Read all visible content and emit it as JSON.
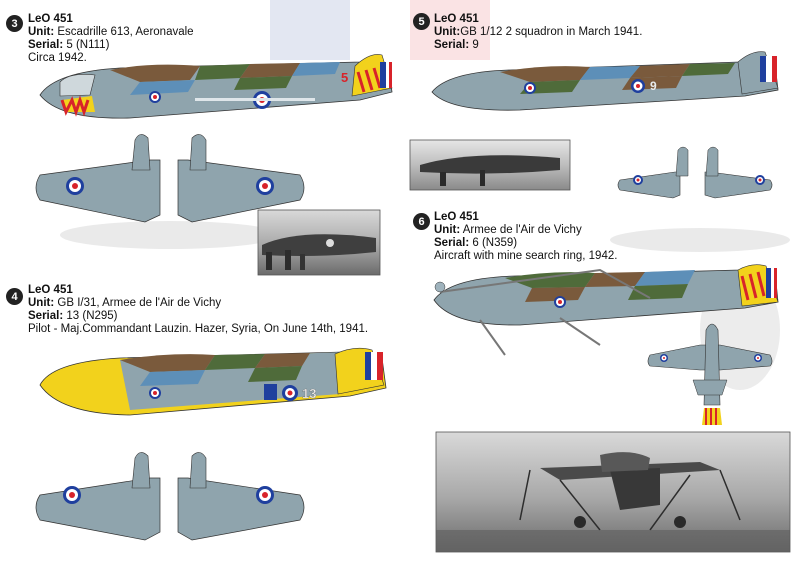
{
  "profiles": [
    {
      "number": "3",
      "type": "LeO 451",
      "unit_label": "Unit:",
      "unit": "Escadrille 613, Aeronavale",
      "serial_label": "Serial:",
      "serial": "5 (N111)",
      "note": "Circa 1942.",
      "fuselage_code": "5"
    },
    {
      "number": "4",
      "type": "LeO 451",
      "unit_label": "Unit:",
      "unit": "GB I/31, Armee de l'Air de Vichy",
      "serial_label": "Serial:",
      "serial": "13 (N295)",
      "note": "Pilot - Maj.Commandant Lauzin. Hazer, Syria, On June 14th, 1941.",
      "fuselage_code": "13"
    },
    {
      "number": "5",
      "type": "LeO 451",
      "unit_label": "Unit:",
      "unit": "GB 1/12 2 squadron in March 1941.",
      "serial_label": "Serial:",
      "serial": "9",
      "note": "",
      "fuselage_code": "9"
    },
    {
      "number": "6",
      "type": "LeO 451",
      "unit_label": "Unit:",
      "unit": "Armee de l'Air de Vichy",
      "serial_label": "Serial:",
      "serial": "6 (N359)",
      "note": "Aircraft with mine search ring, 1942.",
      "fuselage_code": ""
    }
  ],
  "colors": {
    "grey": "#8fa4ad",
    "brown": "#7a5a3c",
    "green": "#4f6b3a",
    "blue": "#5d8fb8",
    "yellow": "#f2d21c",
    "french_blue": "#1f3f9e",
    "french_red": "#d8232a",
    "underside": "#9fb3bd"
  }
}
